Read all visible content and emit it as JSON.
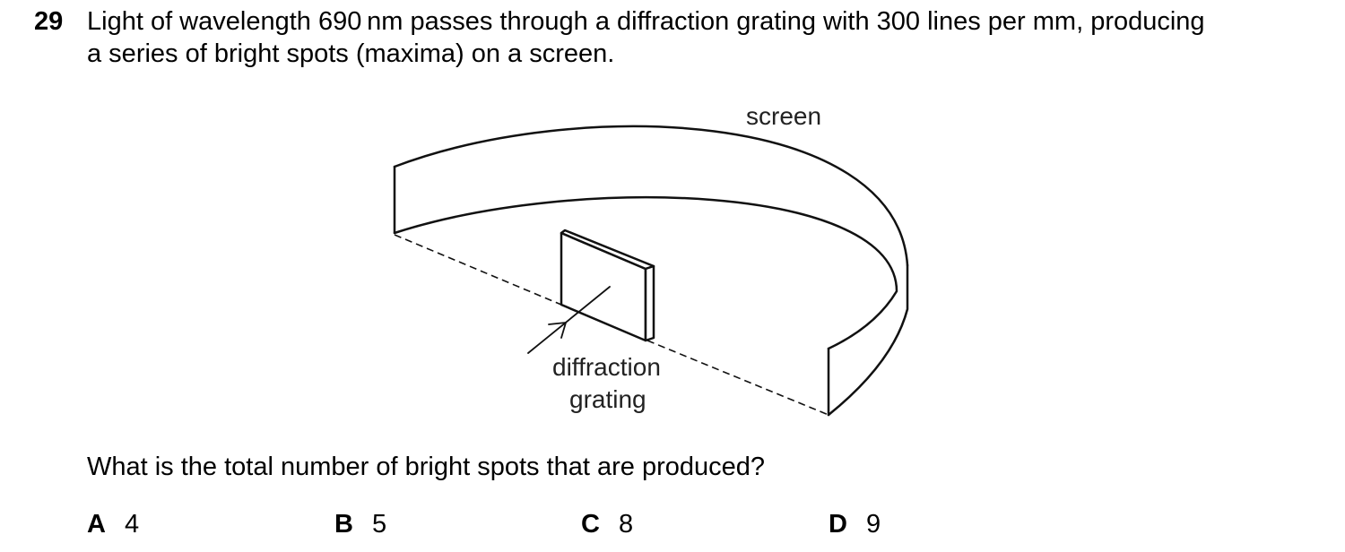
{
  "question": {
    "number": "29",
    "stem_line1": "Light of wavelength 690 nm passes through a diffraction grating with 300 lines per mm, producing",
    "stem_line2": "a series of bright spots (maxima) on a screen.",
    "prompt": "What is the total number of bright spots that are produced?"
  },
  "figure": {
    "screen_label": "screen",
    "grating_label_line1": "diffraction",
    "grating_label_line2": "grating"
  },
  "options": [
    {
      "letter": "A",
      "value": "4"
    },
    {
      "letter": "B",
      "value": "5"
    },
    {
      "letter": "C",
      "value": "8"
    },
    {
      "letter": "D",
      "value": "9"
    }
  ]
}
